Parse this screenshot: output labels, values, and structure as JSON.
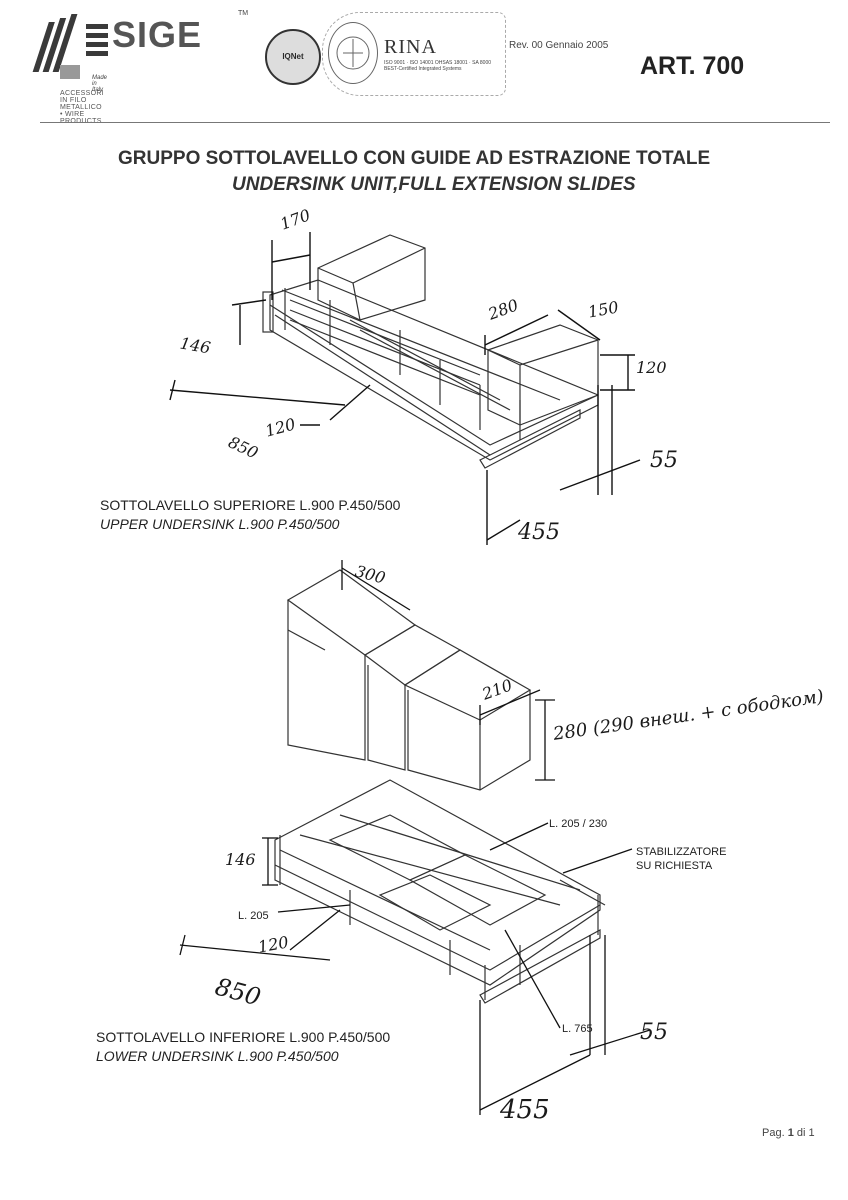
{
  "header": {
    "brand_logo": "SIGE",
    "trademark": "TM",
    "made_in": "Made in Italy",
    "tagline": "ACCESSORI IN FILO METALLICO • WIRE PRODUCTS",
    "iqnet_logo": "IQNet",
    "rina_logo": "RINA",
    "rina_certifications": "ISO 9001 · ISO 14001 OHSAS 18001 · SA 8000 BEST-Certified Integrated Systems",
    "revision": "Rev. 00 Gennaio 2005",
    "article": "ART. 700"
  },
  "title": {
    "italian": "GRUPPO SOTTOLAVELLO CON GUIDE AD ESTRAZIONE TOTALE",
    "english": "UNDERSINK UNIT,FULL EXTENSION SLIDES"
  },
  "upper": {
    "caption_it": "SOTTOLAVELLO SUPERIORE L.900 P.450/500",
    "caption_en": "UPPER UNDERSINK L.900 P.450/500",
    "annotations": {
      "a170": "170",
      "a146": "146",
      "a280": "280",
      "a150": "150",
      "a120": "120",
      "a1201": "120",
      "a850": "850",
      "a55": "55",
      "a455": "455"
    }
  },
  "lower": {
    "caption_it": "SOTTOLAVELLO INFERIORE L.900 P.450/500",
    "caption_en": "LOWER UNDERSINK L.900 P.450/500",
    "labels": {
      "l205_230": "L. 205 / 230",
      "stabilizer_1": "STABILIZZATORE",
      "stabilizer_2": "SU RICHIESTA",
      "l205": "L. 205",
      "l765": "L. 765"
    },
    "annotations": {
      "a300": "300",
      "a210": "210",
      "a280_note": "280 (290 внеш. + с ободком)",
      "a146": "146",
      "a120": "120",
      "a850": "850",
      "a55": "55",
      "a455": "455"
    }
  },
  "footer": {
    "page_prefix": "Pag. ",
    "page_current": "1",
    "page_suffix": " di 1"
  }
}
